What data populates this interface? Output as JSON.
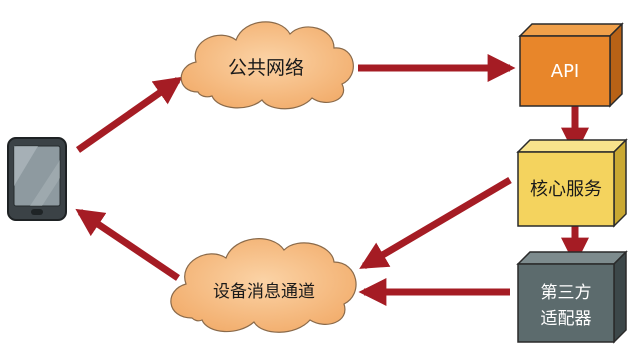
{
  "nodes": {
    "device": {
      "label": ""
    },
    "public_network": {
      "label": "公共网络"
    },
    "device_channel": {
      "label": "设备消息通道"
    },
    "api": {
      "label": "API"
    },
    "core_service": {
      "label": "核心服务"
    },
    "adapter": {
      "line1": "第三方",
      "line2": "适配器"
    }
  },
  "colors": {
    "arrow": "#a51c24",
    "cloud": "#f7c08a",
    "api_box": "#e8862a",
    "core_box": "#f4d35e",
    "adapter_box": "#5c6b6d",
    "adapter_text": "#ffffff",
    "outline": "#2a2a2a"
  },
  "edges": [
    {
      "from": "device",
      "to": "public_network"
    },
    {
      "from": "public_network",
      "to": "api"
    },
    {
      "from": "api",
      "to": "core_service"
    },
    {
      "from": "core_service",
      "to": "adapter"
    },
    {
      "from": "core_service",
      "to": "device_channel"
    },
    {
      "from": "adapter",
      "to": "device_channel"
    },
    {
      "from": "device_channel",
      "to": "device"
    }
  ]
}
